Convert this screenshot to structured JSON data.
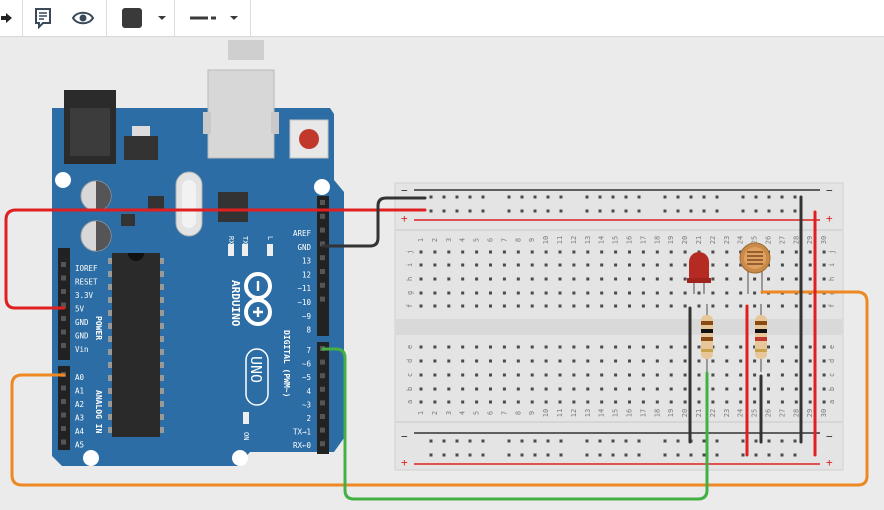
{
  "toolbar": {
    "tools": [
      {
        "name": "rotate-arrow-icon"
      },
      {
        "name": "notes-icon"
      },
      {
        "name": "visibility-eye-icon"
      },
      {
        "name": "fill-color-picker"
      },
      {
        "name": "line-style-picker"
      }
    ]
  },
  "arduino": {
    "brand": "ARDUINO",
    "model": "UNO",
    "on_label": "ON",
    "tx": "TX",
    "rx": "RX",
    "l": "L",
    "power_section": "POWER",
    "analog_section": "ANALOG IN",
    "digital_section": "DIGITAL (PWM~)",
    "power_pins": [
      "IOREF",
      "RESET",
      "3.3V",
      "5V",
      "GND",
      "GND",
      "Vin"
    ],
    "analog_pins": [
      "A0",
      "A1",
      "A2",
      "A3",
      "A4",
      "A5"
    ],
    "digital_top": [
      "AREF",
      "GND",
      "13",
      "12",
      "~11",
      "~10",
      "~9",
      "8"
    ],
    "digital_bottom": [
      "7",
      "~6",
      "~5",
      "4",
      "~3",
      "2",
      "TX→1",
      "RX←0"
    ]
  },
  "breadboard": {
    "columns": [
      "1",
      "2",
      "3",
      "4",
      "5",
      "6",
      "7",
      "8",
      "9",
      "10",
      "11",
      "12",
      "13",
      "14",
      "15",
      "16",
      "17",
      "18",
      "19",
      "20",
      "21",
      "22",
      "23",
      "24",
      "25",
      "26",
      "27",
      "28",
      "29",
      "30"
    ],
    "rows_top": [
      "j",
      "i",
      "h",
      "g",
      "f"
    ],
    "rows_bottom": [
      "e",
      "d",
      "c",
      "b",
      "a"
    ],
    "minus": "−",
    "plus": "+"
  },
  "colors": {
    "board": "#2b6da4",
    "wire_red": "#e02020",
    "wire_black": "#333333",
    "wire_orange": "#ee8822",
    "wire_green": "#44b044",
    "led": "#b52a22"
  }
}
